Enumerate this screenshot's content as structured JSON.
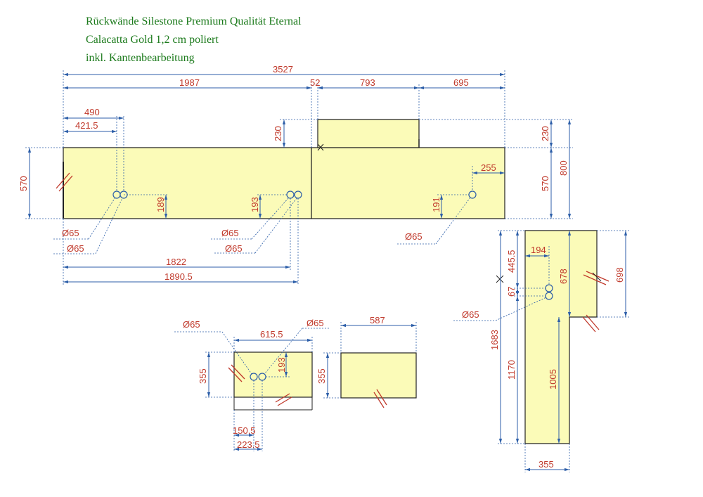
{
  "title": {
    "line1": "Rückwände Silestone Premium Qualität Eternal",
    "line2": "Calacatta Gold 1,2 cm poliert",
    "line3": "inkl. Kantenbearbeitung"
  },
  "dims": {
    "total_3527": "3527",
    "w_1987": "1987",
    "w_52": "52",
    "w_793": "793",
    "w_695": "695",
    "h_570_left": "570",
    "h_230_left": "230",
    "h_230_right": "230",
    "h_570_right": "570",
    "h_800": "800",
    "d_490": "490",
    "d_421_5": "421.5",
    "d_189": "189",
    "d_193_a": "193",
    "d_191": "191",
    "d_255": "255",
    "d_1822": "1822",
    "d_1890_5": "1890.5",
    "dia_1": "Ø65",
    "dia_2": "Ø65",
    "dia_3": "Ø65",
    "dia_4": "Ø65",
    "dia_5": "Ø65",
    "w_615_5": "615.5",
    "h_355_a": "355",
    "d_193_b": "193",
    "d_150_5": "150.5",
    "d_223_5": "223.5",
    "dia_6": "Ø65",
    "dia_7": "Ø65",
    "w_587": "587",
    "h_355_b": "355",
    "d_194": "194",
    "d_445_5": "445.5",
    "d_67": "67",
    "h_678": "678",
    "h_698": "698",
    "dia_8": "Ø65",
    "h_1683": "1683",
    "h_1170": "1170",
    "h_1005": "1005",
    "w_355_c": "355"
  }
}
